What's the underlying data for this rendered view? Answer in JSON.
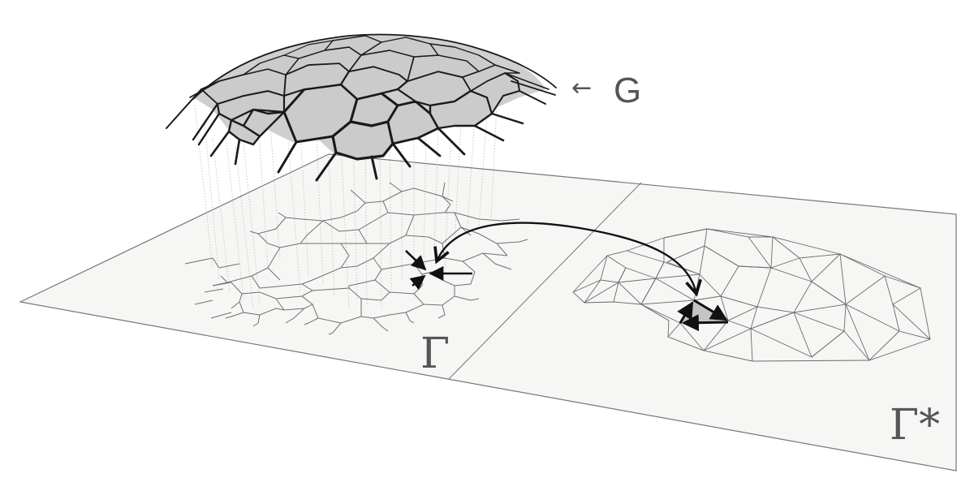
{
  "diagram": {
    "type": "geometric-construction",
    "description": "3D polyhedral dome surface G projected onto a plane; left region shows its projection network Γ, right region shows the reciprocal triangulation Γ*; a curved arrow links a vertex of Γ to a triangle of Γ*",
    "labels": {
      "surface": "G",
      "surface_pointer": "←",
      "primal_graph": "Γ",
      "dual_graph": "Γ*"
    },
    "colors": {
      "background": "#ffffff",
      "plane_fill": "#f6f6f5",
      "plane_edge": "#777777",
      "face_fill": "#cccccc",
      "dome_edge": "#1a1a1a",
      "network_edge": "#6e6e6e",
      "projection_line": "#b5b5b5",
      "arrow": "#111111",
      "highlight_triangle": "#c4c4c4",
      "label": "#555555"
    },
    "components": [
      {
        "name": "G",
        "kind": "polyhedral dome surface with grey convex faces and thick dark edges"
      },
      {
        "name": "Γ",
        "kind": "planar polygonal network (projection of G)"
      },
      {
        "name": "Γ*",
        "kind": "planar triangulation (reciprocal diagram)"
      },
      {
        "name": "correspondence-arrow",
        "kind": "curved double-headed arrow from vertex in Γ to highlighted triangle in Γ*"
      }
    ]
  }
}
